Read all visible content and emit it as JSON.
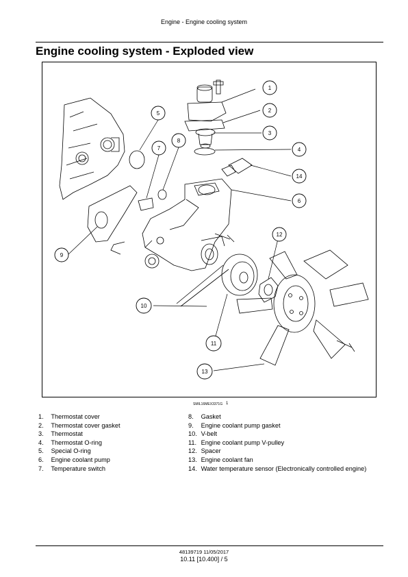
{
  "header": {
    "running_title": "Engine - Engine cooling system"
  },
  "page": {
    "title": "Engine cooling system - Exploded view"
  },
  "figure": {
    "code": "SMIL16MEX3371G",
    "number": "1",
    "callouts": [
      "1",
      "2",
      "3",
      "4",
      "5",
      "6",
      "7",
      "8",
      "9",
      "10",
      "11",
      "12",
      "13",
      "14"
    ]
  },
  "legend": {
    "left": [
      {
        "num": "1.",
        "text": "Thermostat cover"
      },
      {
        "num": "2.",
        "text": "Thermostat cover gasket"
      },
      {
        "num": "3.",
        "text": "Thermostat"
      },
      {
        "num": "4.",
        "text": "Thermostat O-ring"
      },
      {
        "num": "5.",
        "text": "Special O-ring"
      },
      {
        "num": "6.",
        "text": "Engine coolant pump"
      },
      {
        "num": "7.",
        "text": "Temperature switch"
      }
    ],
    "right": [
      {
        "num": "8.",
        "text": "Gasket"
      },
      {
        "num": "9.",
        "text": "Engine coolant pump gasket"
      },
      {
        "num": "10.",
        "text": "V-belt"
      },
      {
        "num": "11.",
        "text": "Engine coolant pump V-pulley"
      },
      {
        "num": "12.",
        "text": "Spacer"
      },
      {
        "num": "13.",
        "text": "Engine coolant fan"
      },
      {
        "num": "14.",
        "text": "Water temperature sensor (Electronically controlled engine)"
      }
    ]
  },
  "footer": {
    "doc_ref": "48139719 11/05/2017",
    "page_ref": "10.11 [10.400] / 5"
  }
}
